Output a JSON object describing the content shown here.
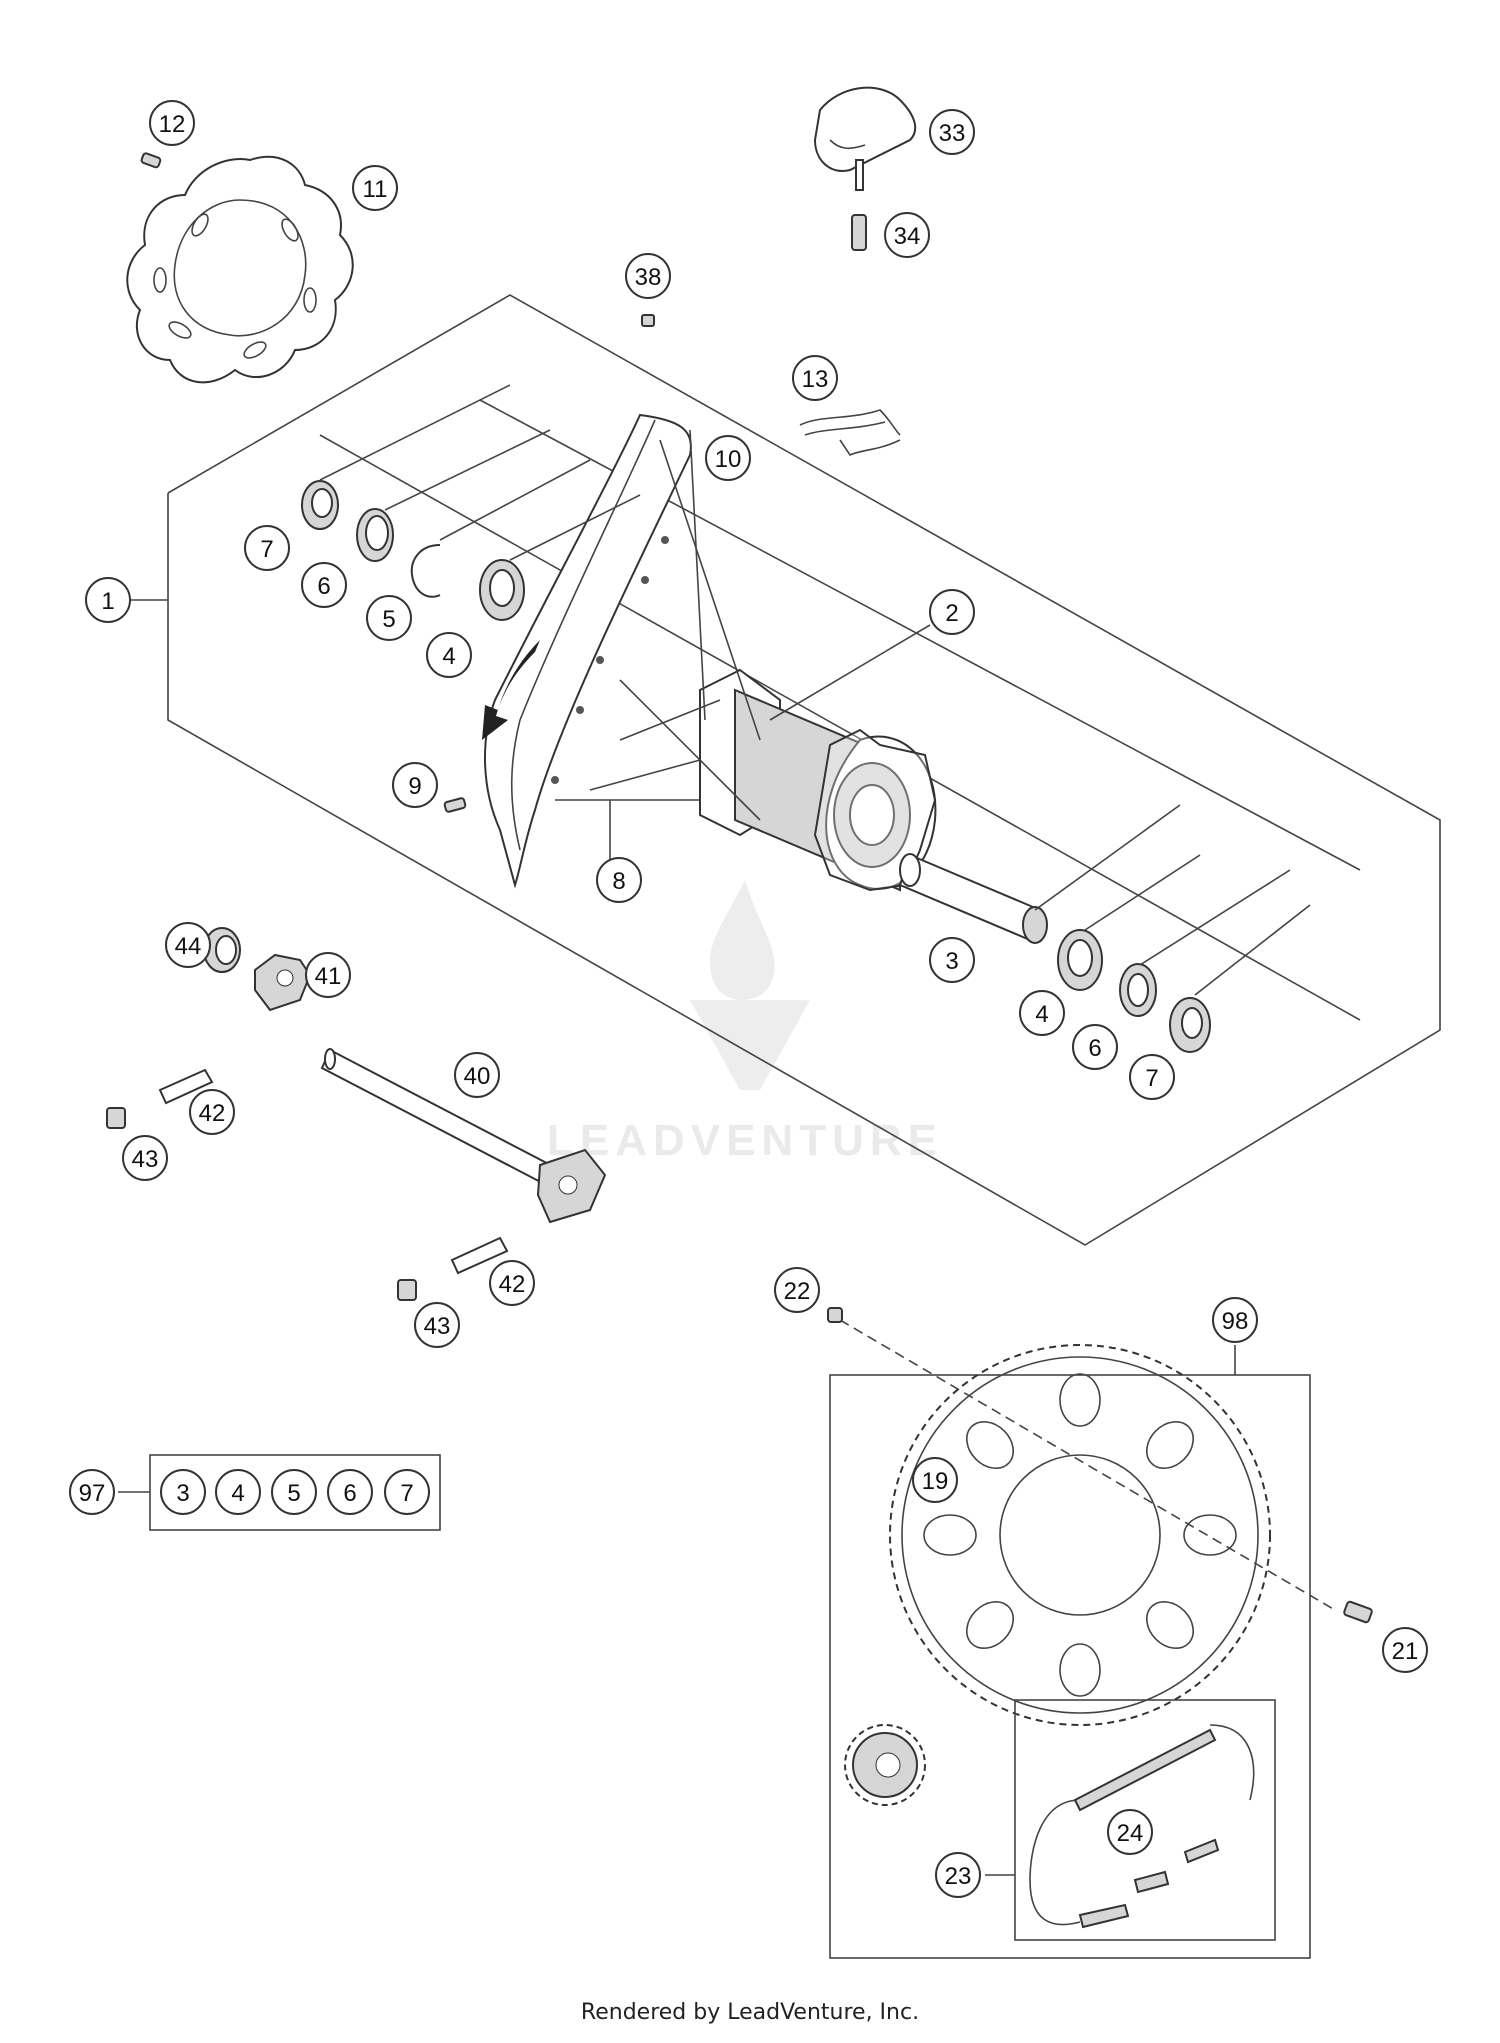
{
  "diagram": {
    "footer": "Rendered by LeadVenture, Inc.",
    "watermark": "LEADVENTURE",
    "callouts": [
      "12",
      "11",
      "33",
      "34",
      "38",
      "13",
      "1",
      "7",
      "6",
      "5",
      "4",
      "10",
      "2",
      "9",
      "8",
      "3",
      "4",
      "6",
      "7",
      "44",
      "41",
      "40",
      "42",
      "43",
      "42",
      "43",
      "22",
      "98",
      "19",
      "21",
      "97",
      "23",
      "24"
    ],
    "kit_97": {
      "label": "97",
      "items": [
        "3",
        "4",
        "5",
        "6",
        "7"
      ]
    }
  }
}
